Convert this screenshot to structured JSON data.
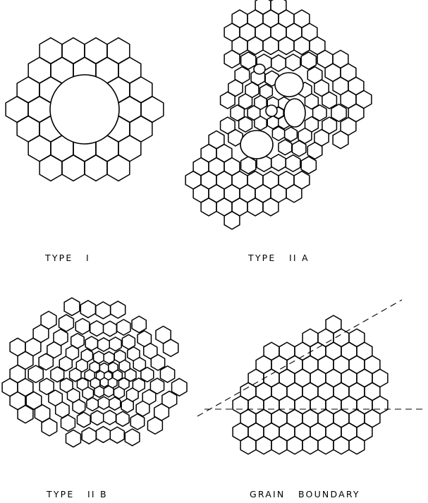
{
  "figure": {
    "panels": [
      {
        "id": "type-1",
        "label": "TYPE   I"
      },
      {
        "id": "type-2a",
        "label": "TYPE   II A"
      },
      {
        "id": "type-2b",
        "label": "TYPE   II B"
      },
      {
        "id": "grain-boundary",
        "label": "GRAIN   BOUNDARY"
      }
    ]
  }
}
